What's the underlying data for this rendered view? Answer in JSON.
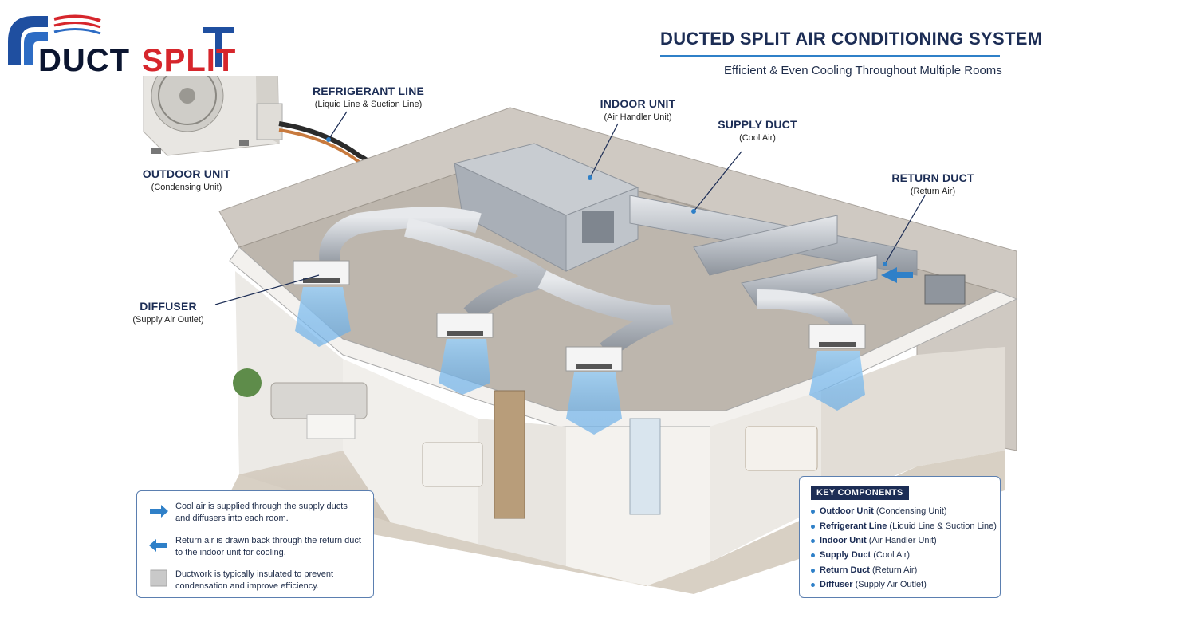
{
  "logo": {
    "word1": "DUCT",
    "word2": "SPLIT"
  },
  "header": {
    "title": "DUCTED SPLIT AIR CONDITIONING SYSTEM",
    "subtitle": "Efficient & Even Cooling Throughout Multiple Rooms"
  },
  "callouts": {
    "refrigerant": {
      "title": "REFRIGERANT LINE",
      "sub": "(Liquid Line & Suction Line)"
    },
    "indoor": {
      "title": "INDOOR UNIT",
      "sub": "(Air Handler Unit)"
    },
    "supply": {
      "title": "SUPPLY DUCT",
      "sub": "(Cool Air)"
    },
    "return": {
      "title": "RETURN DUCT",
      "sub": "(Return Air)"
    },
    "outdoor": {
      "title": "OUTDOOR UNIT",
      "sub": "(Condensing Unit)"
    },
    "diffuser": {
      "title": "DIFFUSER",
      "sub": "(Supply Air Outlet)"
    }
  },
  "legend": [
    {
      "icon": "arrow-right-icon",
      "text": "Cool air is supplied through the supply ducts and diffusers into each room."
    },
    {
      "icon": "arrow-left-icon",
      "text": "Return air is drawn back through the return duct to the indoor unit for cooling."
    },
    {
      "icon": "insulation-swatch-icon",
      "text": "Ductwork is typically insulated to prevent condensation and improve efficiency."
    }
  ],
  "key_components": {
    "title": "KEY COMPONENTS",
    "items": [
      {
        "name": "Outdoor Unit",
        "detail": "(Condensing Unit)"
      },
      {
        "name": "Refrigerant Line",
        "detail": "(Liquid Line & Suction Line)"
      },
      {
        "name": "Indoor Unit",
        "detail": "(Air Handler Unit)"
      },
      {
        "name": "Supply Duct",
        "detail": "(Cool Air)"
      },
      {
        "name": "Return Duct",
        "detail": "(Return Air)"
      },
      {
        "name": "Diffuser",
        "detail": "(Supply Air Outlet)"
      }
    ]
  },
  "colors": {
    "navy": "#1c2d55",
    "accent_blue": "#2f80c8",
    "logo_red": "#d6262c",
    "cool_air": "#6fb3e8"
  }
}
